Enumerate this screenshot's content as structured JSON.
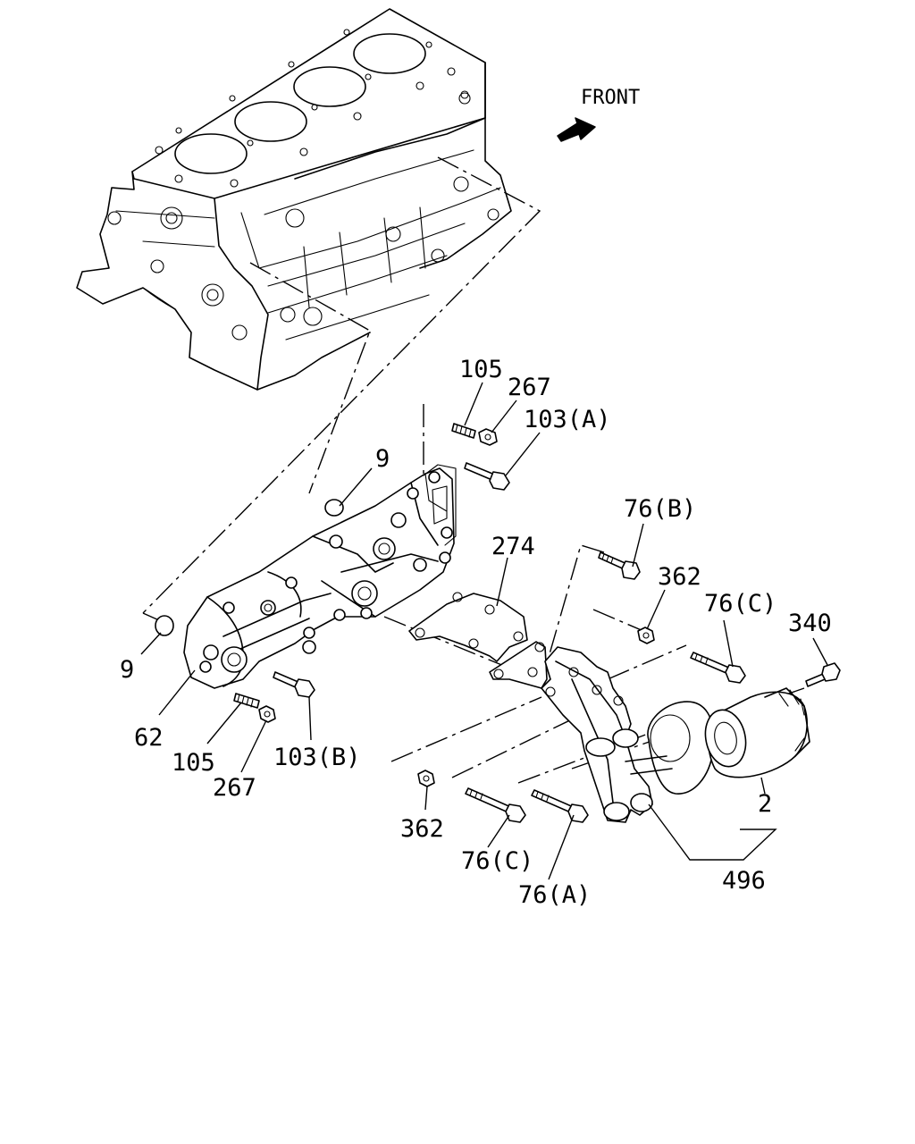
{
  "direction_label": "FRONT",
  "callouts": {
    "c105_top": "105",
    "c267_top": "267",
    "c103a": "103(A)",
    "c9_top": "9",
    "c76b": "76(B)",
    "c274": "274",
    "c362_top": "362",
    "c76c_right": "76(C)",
    "c340": "340",
    "c9_left": "9",
    "c62": "62",
    "c105_bottom": "105",
    "c267_bottom": "267",
    "c103b": "103(B)",
    "c362_bottom": "362",
    "c76c_bottom": "76(C)",
    "c76a": "76(A)",
    "c2": "2",
    "c496": "496"
  }
}
